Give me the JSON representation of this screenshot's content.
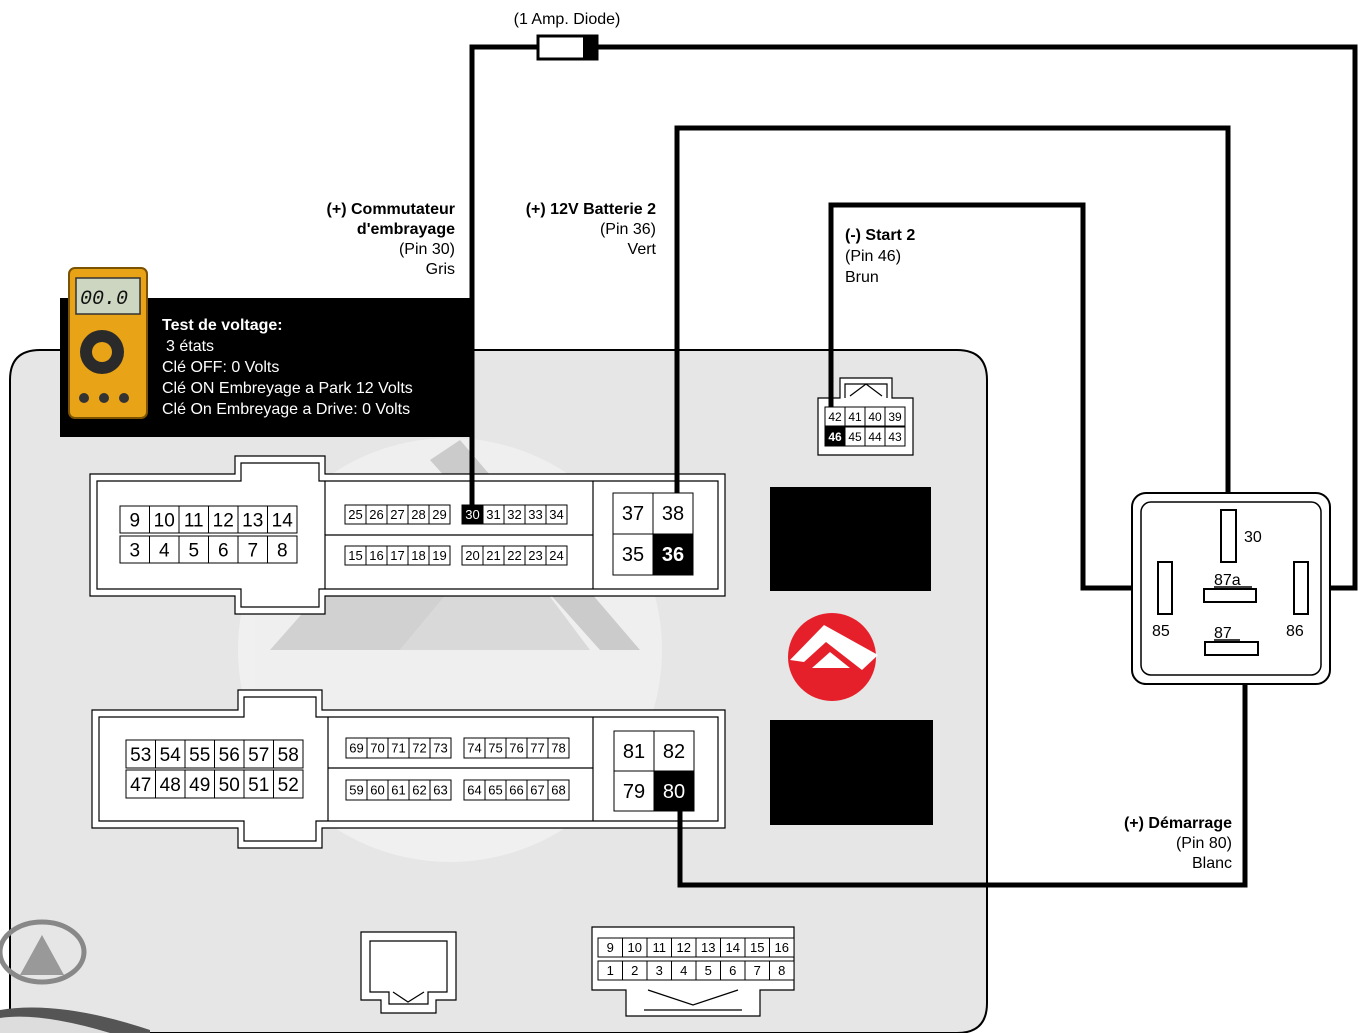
{
  "diode": {
    "label": "(1 Amp. Diode)"
  },
  "wires": {
    "pin30": {
      "title": "(+) Commutateur",
      "title2": "d'embrayage",
      "pin": "(Pin 30)",
      "color": "Gris"
    },
    "pin36": {
      "title": "(+) 12V Batterie 2",
      "pin": "(Pin 36)",
      "color": "Vert"
    },
    "pin46": {
      "title": "(-) Start 2",
      "pin": "(Pin 46)",
      "color": "Brun"
    },
    "pin80": {
      "title": "(+) Démarrage",
      "pin": "(Pin 80)",
      "color": "Blanc"
    }
  },
  "voltage_test": {
    "title": "Test de voltage:",
    "lines": [
      "3 états",
      "Clé OFF: 0 Volts",
      "Clé ON Embreyage a Park 12 Volts",
      "Clé On Embreyage a Drive: 0 Volts"
    ],
    "meter_display": "00.0"
  },
  "relay": {
    "pins": [
      "30",
      "87a",
      "85",
      "87",
      "86"
    ]
  },
  "connectors": {
    "c1_large_top": [
      "9",
      "10",
      "11",
      "12",
      "13",
      "14"
    ],
    "c1_large_bottom": [
      "3",
      "4",
      "5",
      "6",
      "7",
      "8"
    ],
    "c1_mid_top_a": [
      "25",
      "26",
      "27",
      "28",
      "29"
    ],
    "c1_mid_top_b": [
      "30",
      "31",
      "32",
      "33",
      "34"
    ],
    "c1_mid_bot_a": [
      "15",
      "16",
      "17",
      "18",
      "19"
    ],
    "c1_mid_bot_b": [
      "20",
      "21",
      "22",
      "23",
      "24"
    ],
    "c1_right": [
      "37",
      "38",
      "35",
      "36"
    ],
    "c2_large_top": [
      "53",
      "54",
      "55",
      "56",
      "57",
      "58"
    ],
    "c2_large_bottom": [
      "47",
      "48",
      "49",
      "50",
      "51",
      "52"
    ],
    "c2_mid_top_a": [
      "69",
      "70",
      "71",
      "72",
      "73"
    ],
    "c2_mid_top_b": [
      "74",
      "75",
      "76",
      "77",
      "78"
    ],
    "c2_mid_bot_a": [
      "59",
      "60",
      "61",
      "62",
      "63"
    ],
    "c2_mid_bot_b": [
      "64",
      "65",
      "66",
      "67",
      "68"
    ],
    "c2_right": [
      "81",
      "82",
      "79",
      "80"
    ],
    "small_top": [
      "42",
      "41",
      "40",
      "39"
    ],
    "small_bottom": [
      "46",
      "45",
      "44",
      "43"
    ],
    "bottom_top": [
      "9",
      "10",
      "11",
      "12",
      "13",
      "14",
      "15",
      "16"
    ],
    "bottom_bottom": [
      "1",
      "2",
      "3",
      "4",
      "5",
      "6",
      "7",
      "8"
    ]
  },
  "colors": {
    "panel": "#e6e6e6",
    "wire": "#000000",
    "logo_red": "#e5202a",
    "meter_yellow": "#e8a317"
  }
}
